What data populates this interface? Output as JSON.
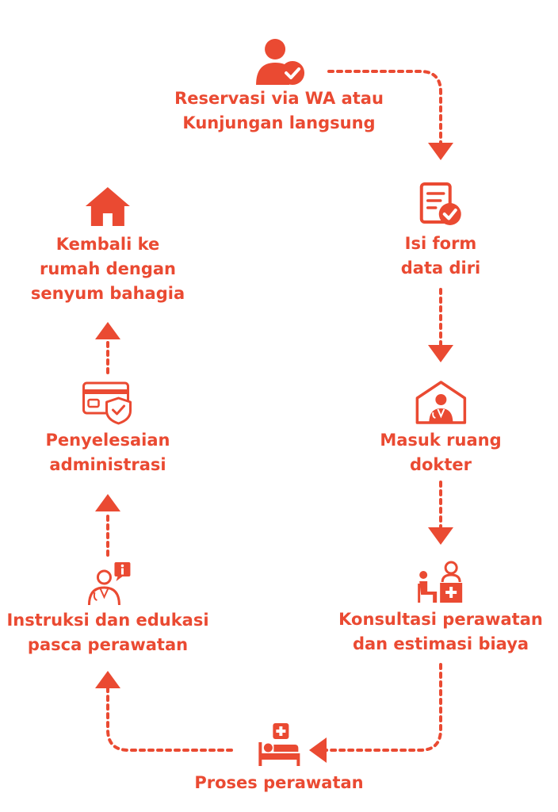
{
  "accent_color": "#ea4a32",
  "steps": [
    {
      "icon": "user-check-icon",
      "label_lines": [
        "Reservasi via WA atau",
        "Kunjungan langsung"
      ]
    },
    {
      "icon": "form-check-icon",
      "label_lines": [
        "Isi form",
        "data diri"
      ]
    },
    {
      "icon": "doctor-room-icon",
      "label_lines": [
        "Masuk ruang",
        "dokter"
      ]
    },
    {
      "icon": "consultation-icon",
      "label_lines": [
        "Konsultasi perawatan",
        "dan estimasi biaya"
      ]
    },
    {
      "icon": "patient-bed-icon",
      "label_lines": [
        "Proses perawatan"
      ]
    },
    {
      "icon": "doctor-info-icon",
      "label_lines": [
        "Instruksi dan edukasi",
        "pasca perawatan"
      ]
    },
    {
      "icon": "card-shield-icon",
      "label_lines": [
        "Penyelesaian",
        "administrasi"
      ]
    },
    {
      "icon": "house-icon",
      "label_lines": [
        "Kembali ke",
        "rumah dengan",
        "senyum bahagia"
      ]
    }
  ]
}
